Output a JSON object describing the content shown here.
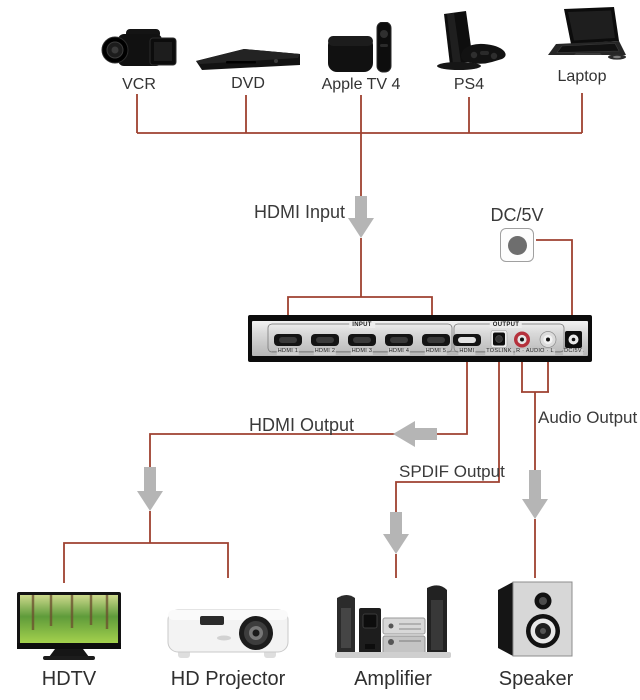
{
  "sources": [
    {
      "label": "VCR",
      "icon": "camcorder"
    },
    {
      "label": "DVD",
      "icon": "dvd-player"
    },
    {
      "label": "Apple TV 4",
      "icon": "apple-tv"
    },
    {
      "label": "PS4",
      "icon": "game-console"
    },
    {
      "label": "Laptop",
      "icon": "laptop"
    }
  ],
  "connections": {
    "hdmi_input": "HDMI Input",
    "dc_power": "DC/5V",
    "hdmi_output": "HDMI Output",
    "spdif_output": "SPDIF Output",
    "audio_output": "Audio Output"
  },
  "switch_device": {
    "input_section_label": "INPUT",
    "output_section_label": "OUTPUT",
    "input_port_labels": [
      "HDMI 1",
      "HDMI 2",
      "HDMI 3",
      "HDMI 4",
      "HDMI 5"
    ],
    "output_port_labels": {
      "hdmi": "HDMI",
      "toslink": "TOSLINK",
      "audio": "R · AUDIO · L",
      "dc": "DC/5V"
    }
  },
  "sinks": [
    {
      "label": "HDTV",
      "icon": "hdtv"
    },
    {
      "label": "HD Projector",
      "icon": "projector"
    },
    {
      "label": "Amplifier",
      "icon": "amplifier"
    },
    {
      "label": "Speaker",
      "icon": "speaker"
    }
  ],
  "colors": {
    "connection_line": "#9e4130",
    "arrow_gray": "#b5b5b5",
    "hdtv_screen_green": "#6aa93f",
    "rca_red": "#b5313c"
  }
}
